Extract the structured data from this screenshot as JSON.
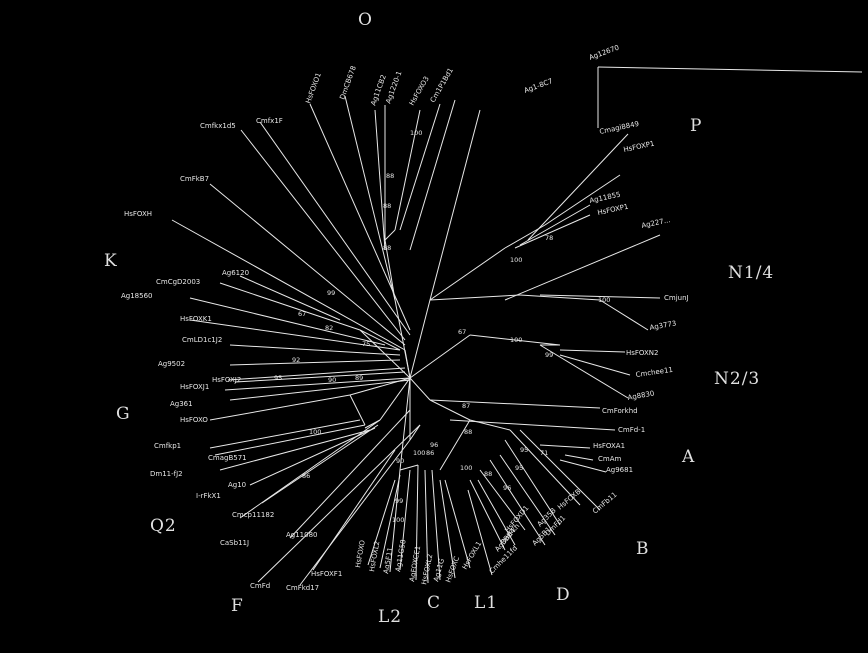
{
  "groups": [
    "O",
    "P",
    "K",
    "N1/4",
    "N2/3",
    "G",
    "A",
    "Q2",
    "B",
    "F",
    "D",
    "L2",
    "C",
    "L1"
  ],
  "leaves": [
    "Ag12670",
    "Ag1-8C7",
    "Cmagi8849",
    "HsFOXP1",
    "Ag11855",
    "HsFOXP1",
    "Ag227...",
    "CmjunJ",
    "Ag3773",
    "HsFOXN2",
    "Cmchee11",
    "Ag8830",
    "CmForkhd",
    "CmFd-1",
    "HsFOXA1",
    "CmAm",
    "Ag9681",
    "HsFOXB",
    "CmFb11",
    "Ag35B",
    "DmFd1",
    "Ag5B1",
    "HsFOXD1",
    "DmFkh",
    "Ag3BB4",
    "Cmhe11fd",
    "HsFOXL1",
    "HsFOXC",
    "Ag11G",
    "HsFOXL2",
    "AgFOXCE1",
    "Ag11G58",
    "Ag5F11",
    "HsFOXL2",
    "HsFOXO",
    "CmFd",
    "CmFkd17",
    "HsFOXF1",
    "Ag11080",
    "CaSb11J",
    "Cmcp11182",
    "Ag10",
    "I-rFkX1",
    "CmagB571",
    "Cmfkp1",
    "Dm11-fJ2",
    "HsFOXO",
    "Ag361",
    "HsFOXJ1",
    "HsFOXJ2",
    "Ag9502",
    "CmLD1c1J2",
    "HsFOXK1",
    "Ag18560",
    "CmCgD2003",
    "Ag6120",
    "HsFOXH",
    "CmFkB7",
    "Cmfkx1d5",
    "Cmfx1F",
    "HsFOXO1",
    "DmCB678",
    "Ag11CB2",
    "Ag1220-1",
    "HsFOXO3",
    "Cm1P1Bd1"
  ],
  "bootstrap": [
    "100",
    "88",
    "88",
    "88",
    "99",
    "67",
    "82",
    "75",
    "92",
    "95",
    "90",
    "89",
    "67",
    "100",
    "99",
    "100",
    "78",
    "100",
    "87",
    "88",
    "71",
    "95",
    "95",
    "96",
    "88",
    "100",
    "99",
    "100",
    "100",
    "86",
    "96",
    "90",
    "100",
    "86"
  ]
}
